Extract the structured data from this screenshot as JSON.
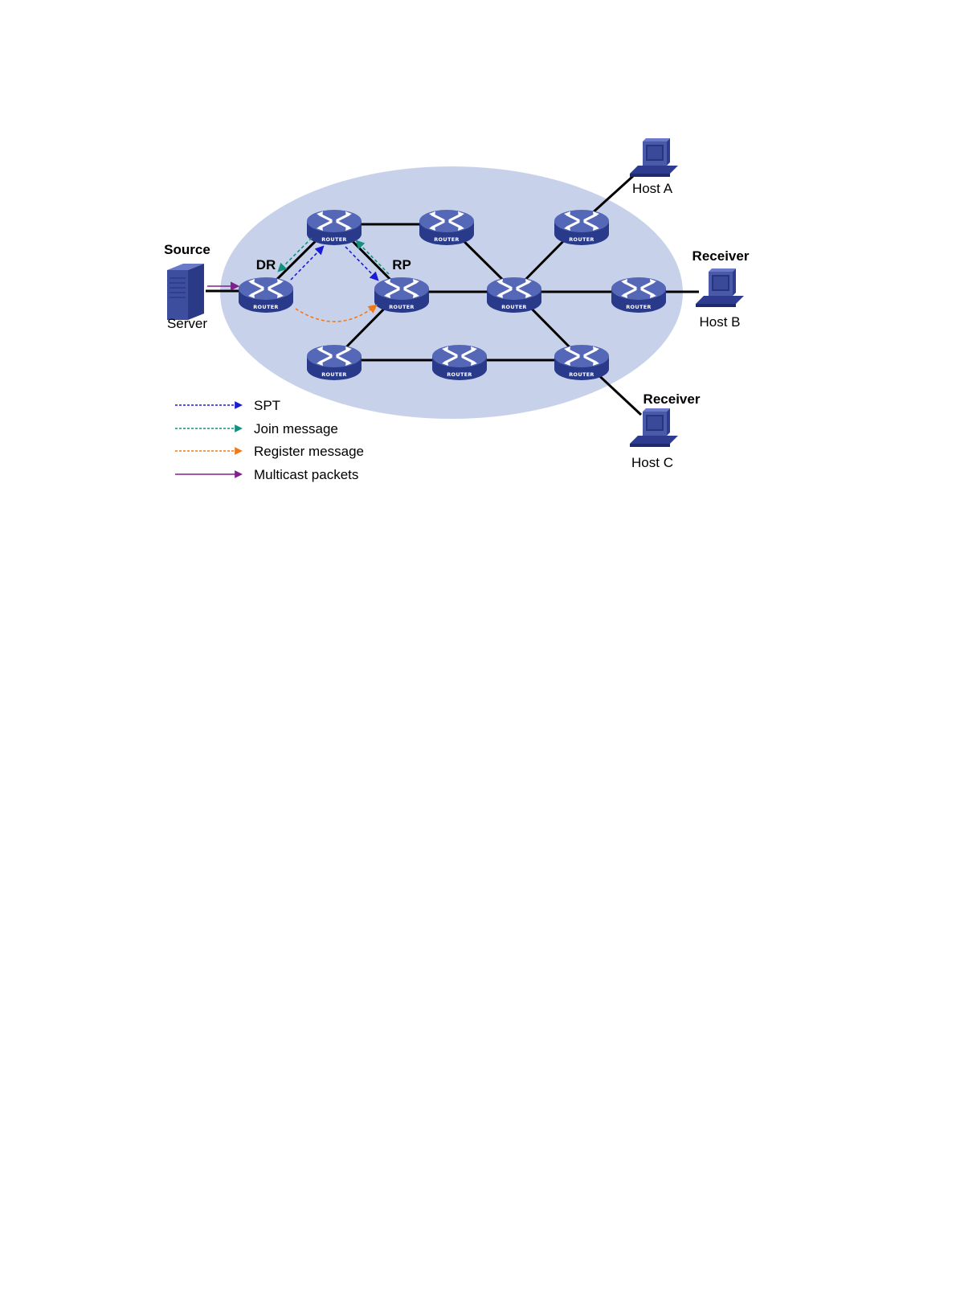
{
  "colors": {
    "cloud": "#c7d2ea",
    "router_top": "#5568b8",
    "router_side": "#2a3a8a",
    "host": "#4a5aa8",
    "link": "#000000",
    "spt": "#1a1ad8",
    "join": "#13907f",
    "register": "#f07a1a",
    "multicast": "#80208a"
  },
  "router_tag": "ROUTER",
  "labels": {
    "source": "Source",
    "server": "Server",
    "dr": "DR",
    "rp": "RP",
    "receiver_b": "Receiver",
    "receiver_c": "Receiver",
    "host_a": "Host A",
    "host_b": "Host B",
    "host_c": "Host C"
  },
  "legend": [
    {
      "label": "SPT",
      "style": "dashed",
      "color_key": "spt"
    },
    {
      "label": "Join message",
      "style": "dashed",
      "color_key": "join"
    },
    {
      "label": "Register message",
      "style": "dashed",
      "color_key": "register"
    },
    {
      "label": "Multicast packets",
      "style": "solid",
      "color_key": "multicast"
    }
  ]
}
